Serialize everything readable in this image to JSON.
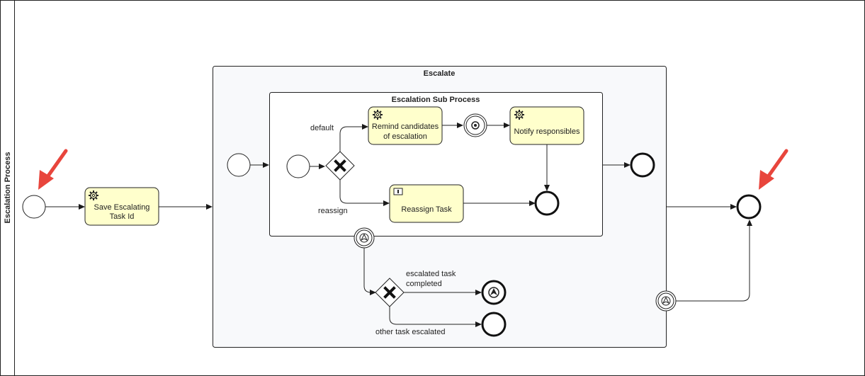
{
  "pool": {
    "label": "Escalation Process"
  },
  "tasks": {
    "save_escalating": [
      "Save Escalating",
      "Task Id"
    ],
    "remind_candidates": [
      "Remind candidates",
      "of escalation"
    ],
    "notify_responsibles": [
      "Notify responsibles"
    ],
    "reassign_task": [
      "Reassign Task"
    ]
  },
  "subprocess": {
    "escalate_title": "Escalate",
    "escalation_sub_title": "Escalation Sub Process"
  },
  "flows": {
    "default": "default",
    "reassign": "reassign",
    "escalated_task_completed": [
      "escalated task",
      "completed"
    ],
    "other_task_escalated": "other task escalated"
  },
  "colors": {
    "task_fill": "#ffffcc",
    "subprocess_fill": "#f8f9fb",
    "stroke": "#1a1a1a",
    "arrow": "#e8453c"
  },
  "icons": [
    "gear-icon",
    "user-task-icon",
    "escalation-icon",
    "red-arrow-icon"
  ]
}
